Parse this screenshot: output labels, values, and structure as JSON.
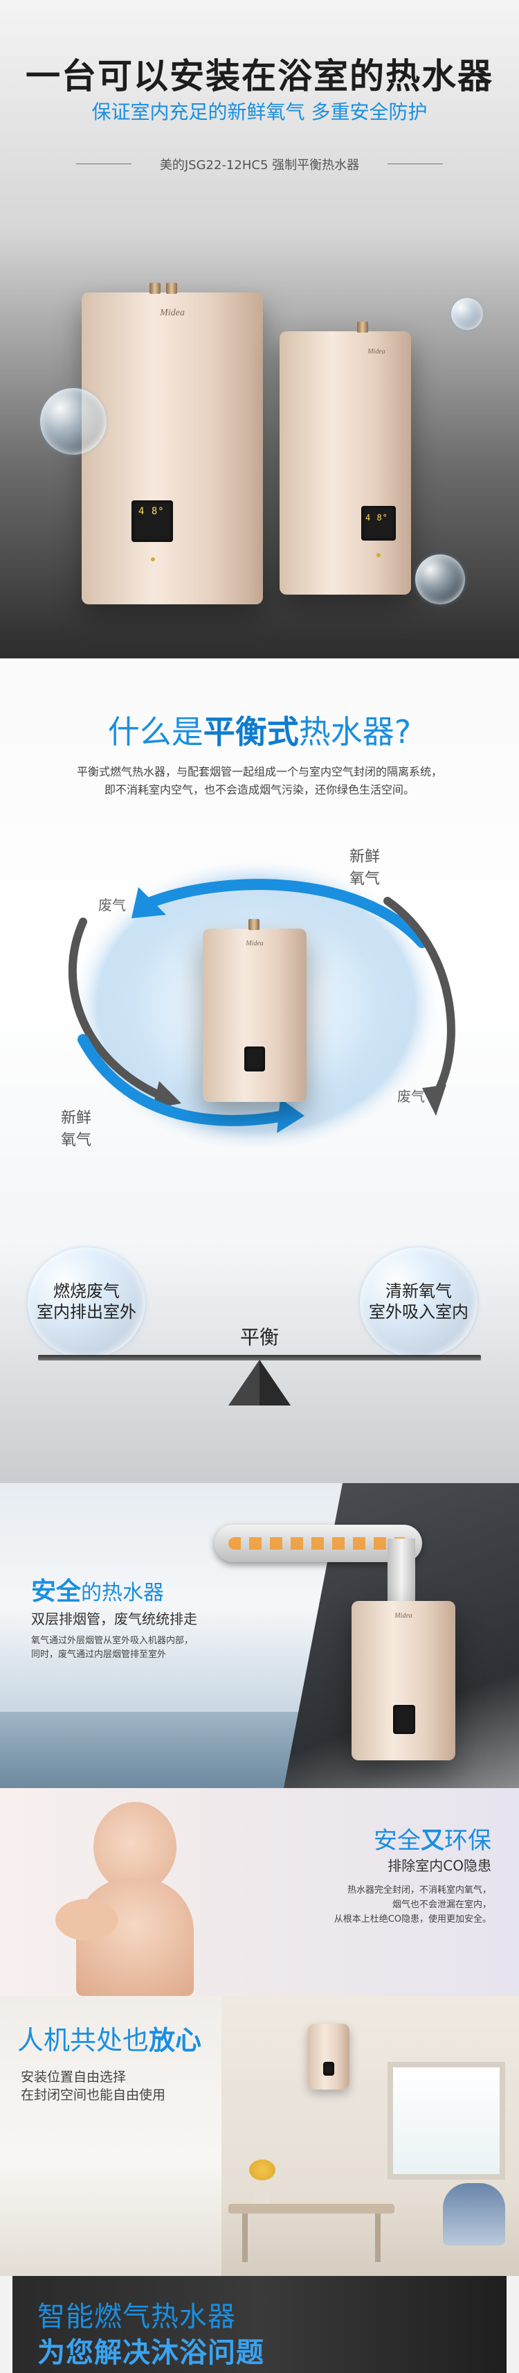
{
  "hero": {
    "title": "一台可以安装在浴室的热水器",
    "subtitle": "保证室内充足的新鲜氧气 多重安全防护",
    "model": "美的JSG22-12HC5 强制平衡热水器",
    "display_big": "4 8°",
    "display_small": "4 8°"
  },
  "brand": "Midea",
  "balance": {
    "title_prefix": "什么是",
    "title_highlight": "平衡式",
    "title_suffix": "热水器?",
    "desc_line1": "平衡式燃气热水器，与配套烟管一起组成一个与室内空气封闭的隔离系统，",
    "desc_line2": "即不消耗室内空气，也不会造成烟气污染，还你绿色生活空间。",
    "label_waste_top": "废气",
    "label_fresh_top": "新鲜\n氧气",
    "label_waste_right": "废气",
    "label_fresh_bottom": "新鲜\n氧气",
    "bubble_left": "燃烧废气\n室内排出室外",
    "bubble_right": "清新氧气\n室外吸入室内",
    "scale_label": "平衡"
  },
  "safety": {
    "title_highlight": "安全",
    "title_rest": "的热水器",
    "subtitle": "双层排烟管，废气统统排走",
    "desc_line1": "氧气通过外层烟管从室外吸入机器内部，",
    "desc_line2": "同时，废气通过内层烟管排至室外"
  },
  "eco": {
    "title_a": "安全",
    "title_b": "又",
    "title_c": "环保",
    "subtitle": "排除室内CO隐患",
    "desc_line1": "热水器完全封闭，不消耗室内氧气，",
    "desc_line2": "烟气也不会泄漏在室内，",
    "desc_line3": "从根本上杜绝CO隐患，使用更加安全。"
  },
  "freedom": {
    "title_a": "人机共处也",
    "title_b": "放心",
    "line1": "安装位置自由选择",
    "line2": "在封闭空间也能自由使用"
  },
  "footer": {
    "line1": "智能燃气热水器",
    "line2": "为您解决沐浴问题"
  },
  "colors": {
    "accent_blue": "#1a8fe0",
    "title_dark": "#222222"
  }
}
